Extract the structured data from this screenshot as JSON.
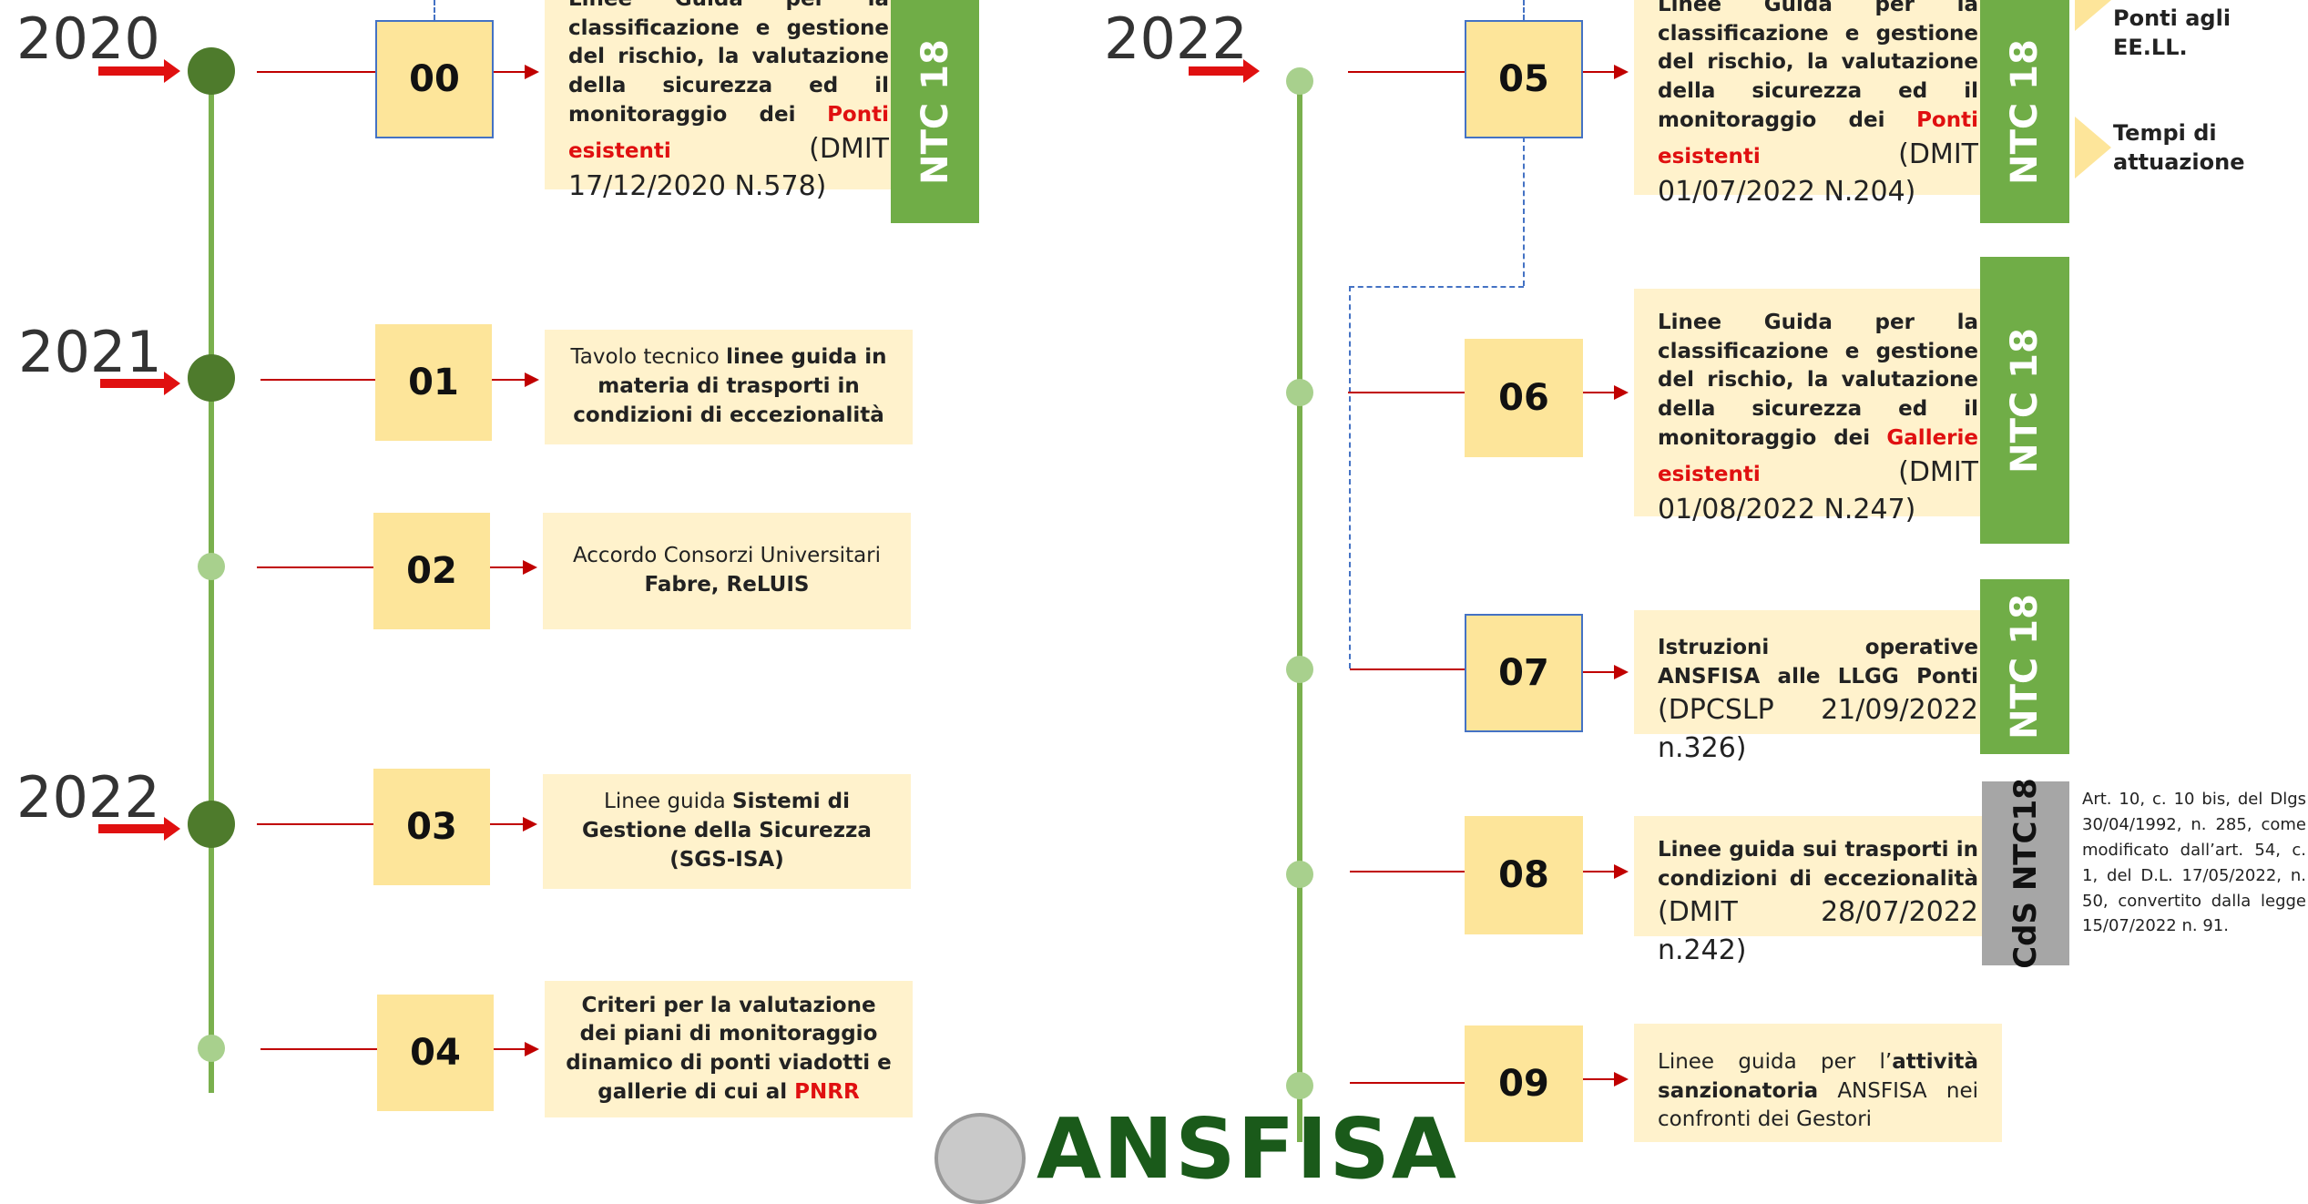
{
  "years": {
    "y2020": "2020",
    "y2021": "2021",
    "y2022_left": "2022",
    "y2022_right": "2022"
  },
  "items": {
    "n00": {
      "num": "00",
      "text_start": "Linee Guida per la classificazione e gestione del rischio, la valutazione della sicurezza ed il monitoraggio dei",
      "highlight": "Ponti esistenti",
      "ref": "(DMIT 17/12/2020 N.578)",
      "tag": "NTC 18"
    },
    "n01": {
      "num": "01",
      "text_start": "Tavolo tecnico",
      "text_bold": "linee guida in materia di trasporti in condizioni di eccezionalità"
    },
    "n02": {
      "num": "02",
      "text_start": "Accordo Consorzi Universitari",
      "text_bold": "Fabre, ReLUIS"
    },
    "n03": {
      "num": "03",
      "text_start": "Linee guida",
      "text_bold": "Sistemi di Gestione della Sicurezza (SGS-ISA)"
    },
    "n04": {
      "num": "04",
      "text_bold": "Criteri per la valutazione dei piani di monitoraggio dinamico di ponti viadotti e gallerie di cui al",
      "highlight": "PNRR"
    },
    "n05": {
      "num": "05",
      "text_start": "Linee Guida per la classificazione e gestione del rischio, la valutazione della sicurezza ed il monitoraggio dei",
      "highlight": "Ponti esistenti",
      "ref": "(DMIT 01/07/2022 N.204)",
      "tag": "NTC 18"
    },
    "n06": {
      "num": "06",
      "text_start": "Linee Guida per la classificazione e gestione del rischio, la valutazione della sicurezza ed il monitoraggio dei",
      "highlight": "Gallerie esistenti",
      "ref": "(DMIT 01/08/2022 N.247)",
      "tag": "NTC 18"
    },
    "n07": {
      "num": "07",
      "text_start": "Istruzioni operative ANSFISA alle LLGG Ponti",
      "ref": "(DPCSLP 21/09/2022 n.326)",
      "tag": "NTC 18"
    },
    "n08": {
      "num": "08",
      "text_start": "Linee guida sui trasporti in condizioni di eccezionalità",
      "ref": "(DMIT 28/07/2022 n.242)",
      "tag": "CdS NTC18"
    },
    "n09": {
      "num": "09",
      "text_start": "Linee guida per l’",
      "text_bold": "attività sanzionatoria",
      "text_end": "ANSFISA nei confronti dei Gestori"
    }
  },
  "note": "Art. 10, c. 10 bis, del Dlgs 30/04/1992, n. 285, come modificato dall’art. 54, c. 1, del D.L. 17/05/2022, n. 50, convertito dalla legge 15/07/2022 n. 91.",
  "side_labels": {
    "top": "Ponti agli EE.LL.",
    "second": "Tempi di attuazione"
  },
  "logo": "ANSFISA",
  "colors": {
    "timeline": "#7ab04e",
    "tag_green": "#70ad47",
    "tag_grey": "#a6a6a6",
    "num_box": "#fde59a",
    "text_box": "#fff2cc",
    "arrow_red": "#c00000",
    "highlight_red": "#e01010",
    "dashed_blue": "#4472c4"
  }
}
